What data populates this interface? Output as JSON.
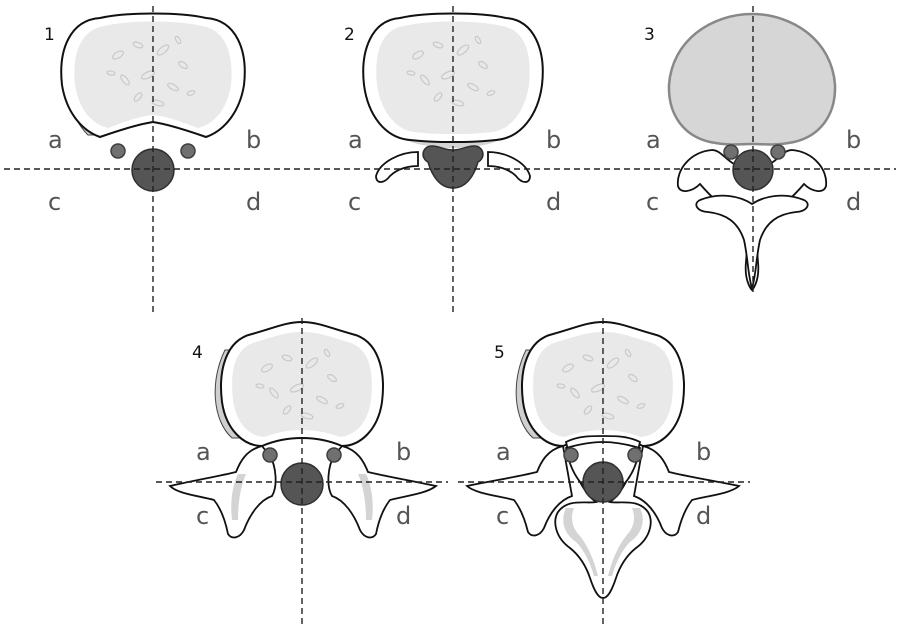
{
  "panels": [
    {
      "number": "1",
      "quadrants": {
        "a": "a",
        "b": "b",
        "c": "c",
        "d": "d"
      }
    },
    {
      "number": "2",
      "quadrants": {
        "a": "a",
        "b": "b",
        "c": "c",
        "d": "d"
      }
    },
    {
      "number": "3",
      "quadrants": {
        "a": "a",
        "b": "b",
        "c": "c",
        "d": "d"
      }
    },
    {
      "number": "4",
      "quadrants": {
        "a": "a",
        "b": "b",
        "c": "c",
        "d": "d"
      }
    },
    {
      "number": "5",
      "quadrants": {
        "a": "a",
        "b": "b",
        "c": "c",
        "d": "d"
      }
    }
  ],
  "colors": {
    "disc_fill": "#e9e9e9",
    "cord": "#555555",
    "nerve_root": "#707070",
    "shaded_body": "#d6d6d6",
    "dashed_axis": "#222222"
  }
}
